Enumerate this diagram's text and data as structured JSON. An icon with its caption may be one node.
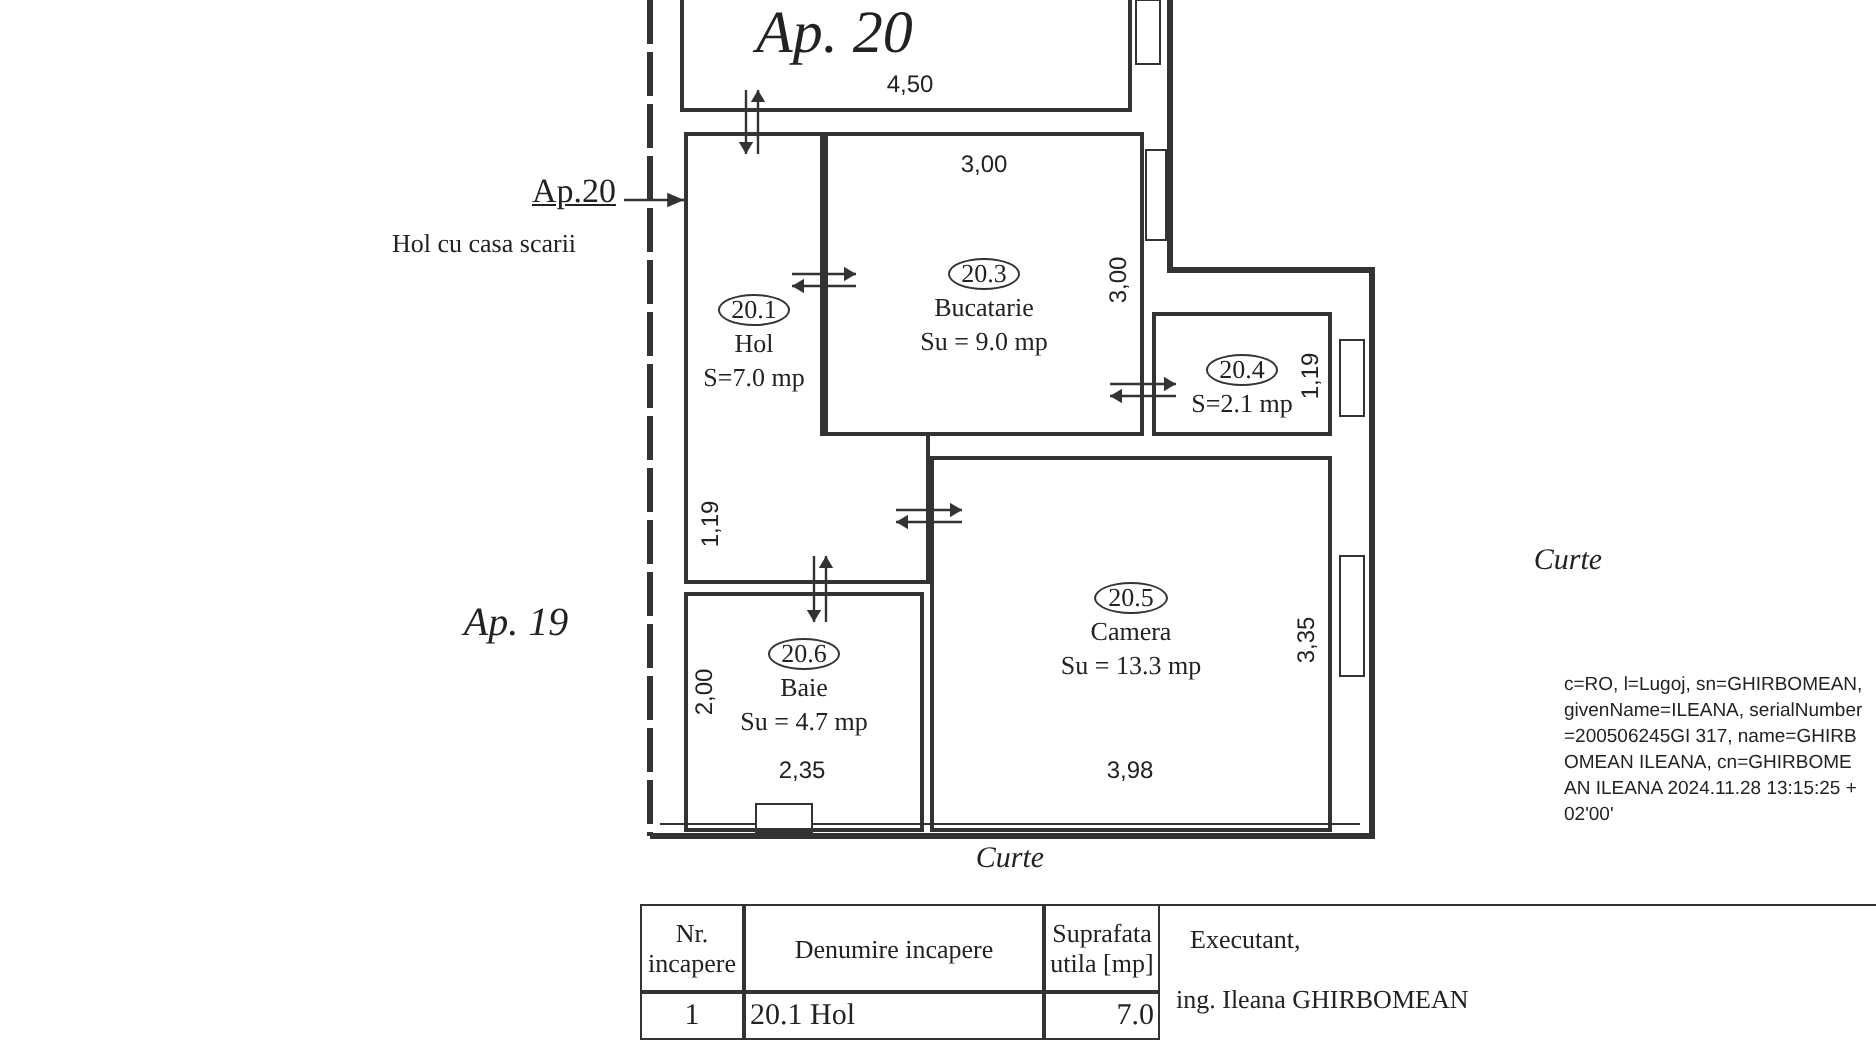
{
  "diagram": {
    "nodes": [
      {
        "text": [
          "Ap. 20"
        ]
      },
      {
        "text": [
          "Ap.20",
          "Hol cu casa scarii"
        ]
      },
      {
        "text": [
          "20.3",
          "Bucatarie",
          "Su = 9.0 mp"
        ]
      },
      {
        "text": [
          "20.1",
          "Hol",
          "S=7.0 mp"
        ]
      },
      {
        "text": [
          "20.4",
          "S=2.1 mp"
        ]
      },
      {
        "text": [
          "20.5",
          "Camera",
          "Su = 13.3 mp"
        ]
      },
      {
        "text": [
          "20.6",
          "Baie",
          "Su = 4.7 mp"
        ]
      }
    ],
    "edges": [
      {
        "from": 1,
        "to": 3,
        "arrow": "to"
      },
      {
        "from": 3,
        "to": 0,
        "arrow": "to"
      },
      {
        "from": 0,
        "to": 3,
        "arrow": "to"
      },
      {
        "from": 3,
        "to": 2,
        "arrow": "to"
      },
      {
        "from": 2,
        "to": 3,
        "arrow": "to"
      },
      {
        "from": 2,
        "to": 4,
        "arrow": "to"
      },
      {
        "from": 4,
        "to": 2,
        "arrow": "to"
      },
      {
        "from": 3,
        "to": 5,
        "arrow": "to"
      },
      {
        "from": 5,
        "to": 3,
        "arrow": "to"
      },
      {
        "from": 3,
        "to": 6,
        "arrow": "to"
      },
      {
        "from": 6,
        "to": 3,
        "arrow": "to"
      }
    ],
    "labels": [
      "4,50",
      "3,00",
      "3,00",
      "1,19",
      "1,19",
      "Curte",
      "Ap. 19",
      "3,35",
      "c=RO, l=Lugoj, sn=GHIRBOMEAN, givenName=ILEANA, serialNumber=200506245GI 317, name=GHIRBOMEAN ILEANA, cn=GHIRBOMEAN ILEANA 2024.11.28 13:15:25 +02'00'",
      "2,00",
      "2,35",
      "3,98",
      "Curte",
      "Nr. incapere",
      "Denumire incapere",
      "Suprafata utila [mp]",
      "1",
      "20.1 Hol",
      "7.0",
      "Executant,",
      "ing. Ileana GHIRBOMEAN"
    ]
  }
}
